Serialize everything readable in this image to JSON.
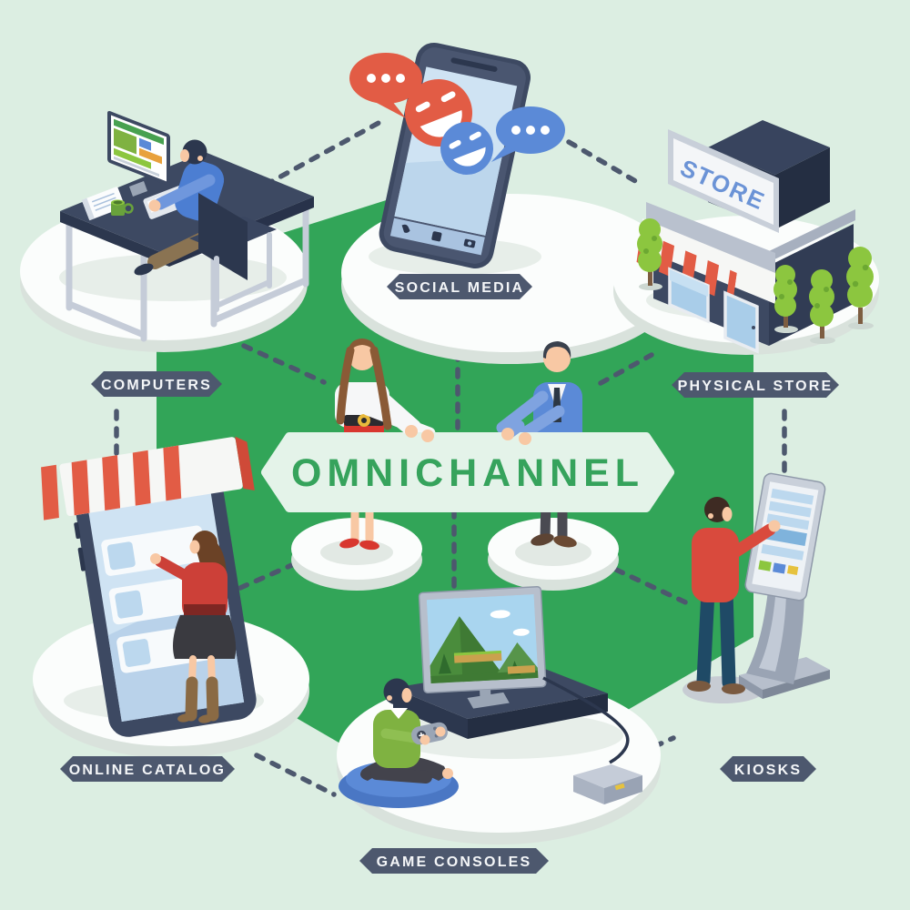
{
  "title": {
    "banner_text": "OMNICHANNEL"
  },
  "channels": {
    "social_media": {
      "label": "SOCIAL MEDIA"
    },
    "physical_store": {
      "label": "PHYSICAL STORE",
      "sign_text": "STORE"
    },
    "computers": {
      "label": "COMPUTERS"
    },
    "online_catalog": {
      "label": "ONLINE CATALOG"
    },
    "kiosks": {
      "label": "KIOSKS"
    },
    "game_consoles": {
      "label": "GAME CONSOLES"
    }
  },
  "colors": {
    "background": "#dceee2",
    "hexagon_green": "#32a558",
    "label_background": "#4d586e",
    "label_text": "#f4f6f8",
    "banner_background": "#e4f3e9",
    "banner_text": "#36a35c",
    "connector": "#4d586e",
    "accent_red": "#e25c45",
    "accent_blue": "#5b8ad7",
    "device_navy": "#3d4962",
    "device_navy_dark": "#2c374e",
    "lime_green": "#8cc63f",
    "skin": "#f8c8a4",
    "metal_gray": "#b7bfcc",
    "screen_blue": "#cfe3f3",
    "platform_white": "#fbfdfc",
    "platform_side": "#d9e2dc",
    "store_sign_text": "#6b93d6",
    "yellow": "#e6c23e"
  },
  "icons": {
    "speech-bubble-red": "red ellipse with three white dots",
    "speech-bubble-blue": "blue ellipse with three white dots",
    "laughing-smiley-red": "red circle, white squint eyes and smile",
    "laughing-smiley-blue": "blue circle, white squint eyes and smile",
    "phone-icon": "handset glyph on phone toolbar",
    "home-icon": "square glyph on phone toolbar",
    "camera-icon": "camera glyph on phone toolbar"
  },
  "scenes": [
    "man-working-at-desktop-computer",
    "smartphone-with-chat-bubbles",
    "store-building-with-awning-and-trees",
    "woman-shopping-on-giant-phone-catalog",
    "boy-playing-game-console-on-tv",
    "man-using-touch-kiosk",
    "woman-and-man-holding-omnichannel-banner"
  ]
}
